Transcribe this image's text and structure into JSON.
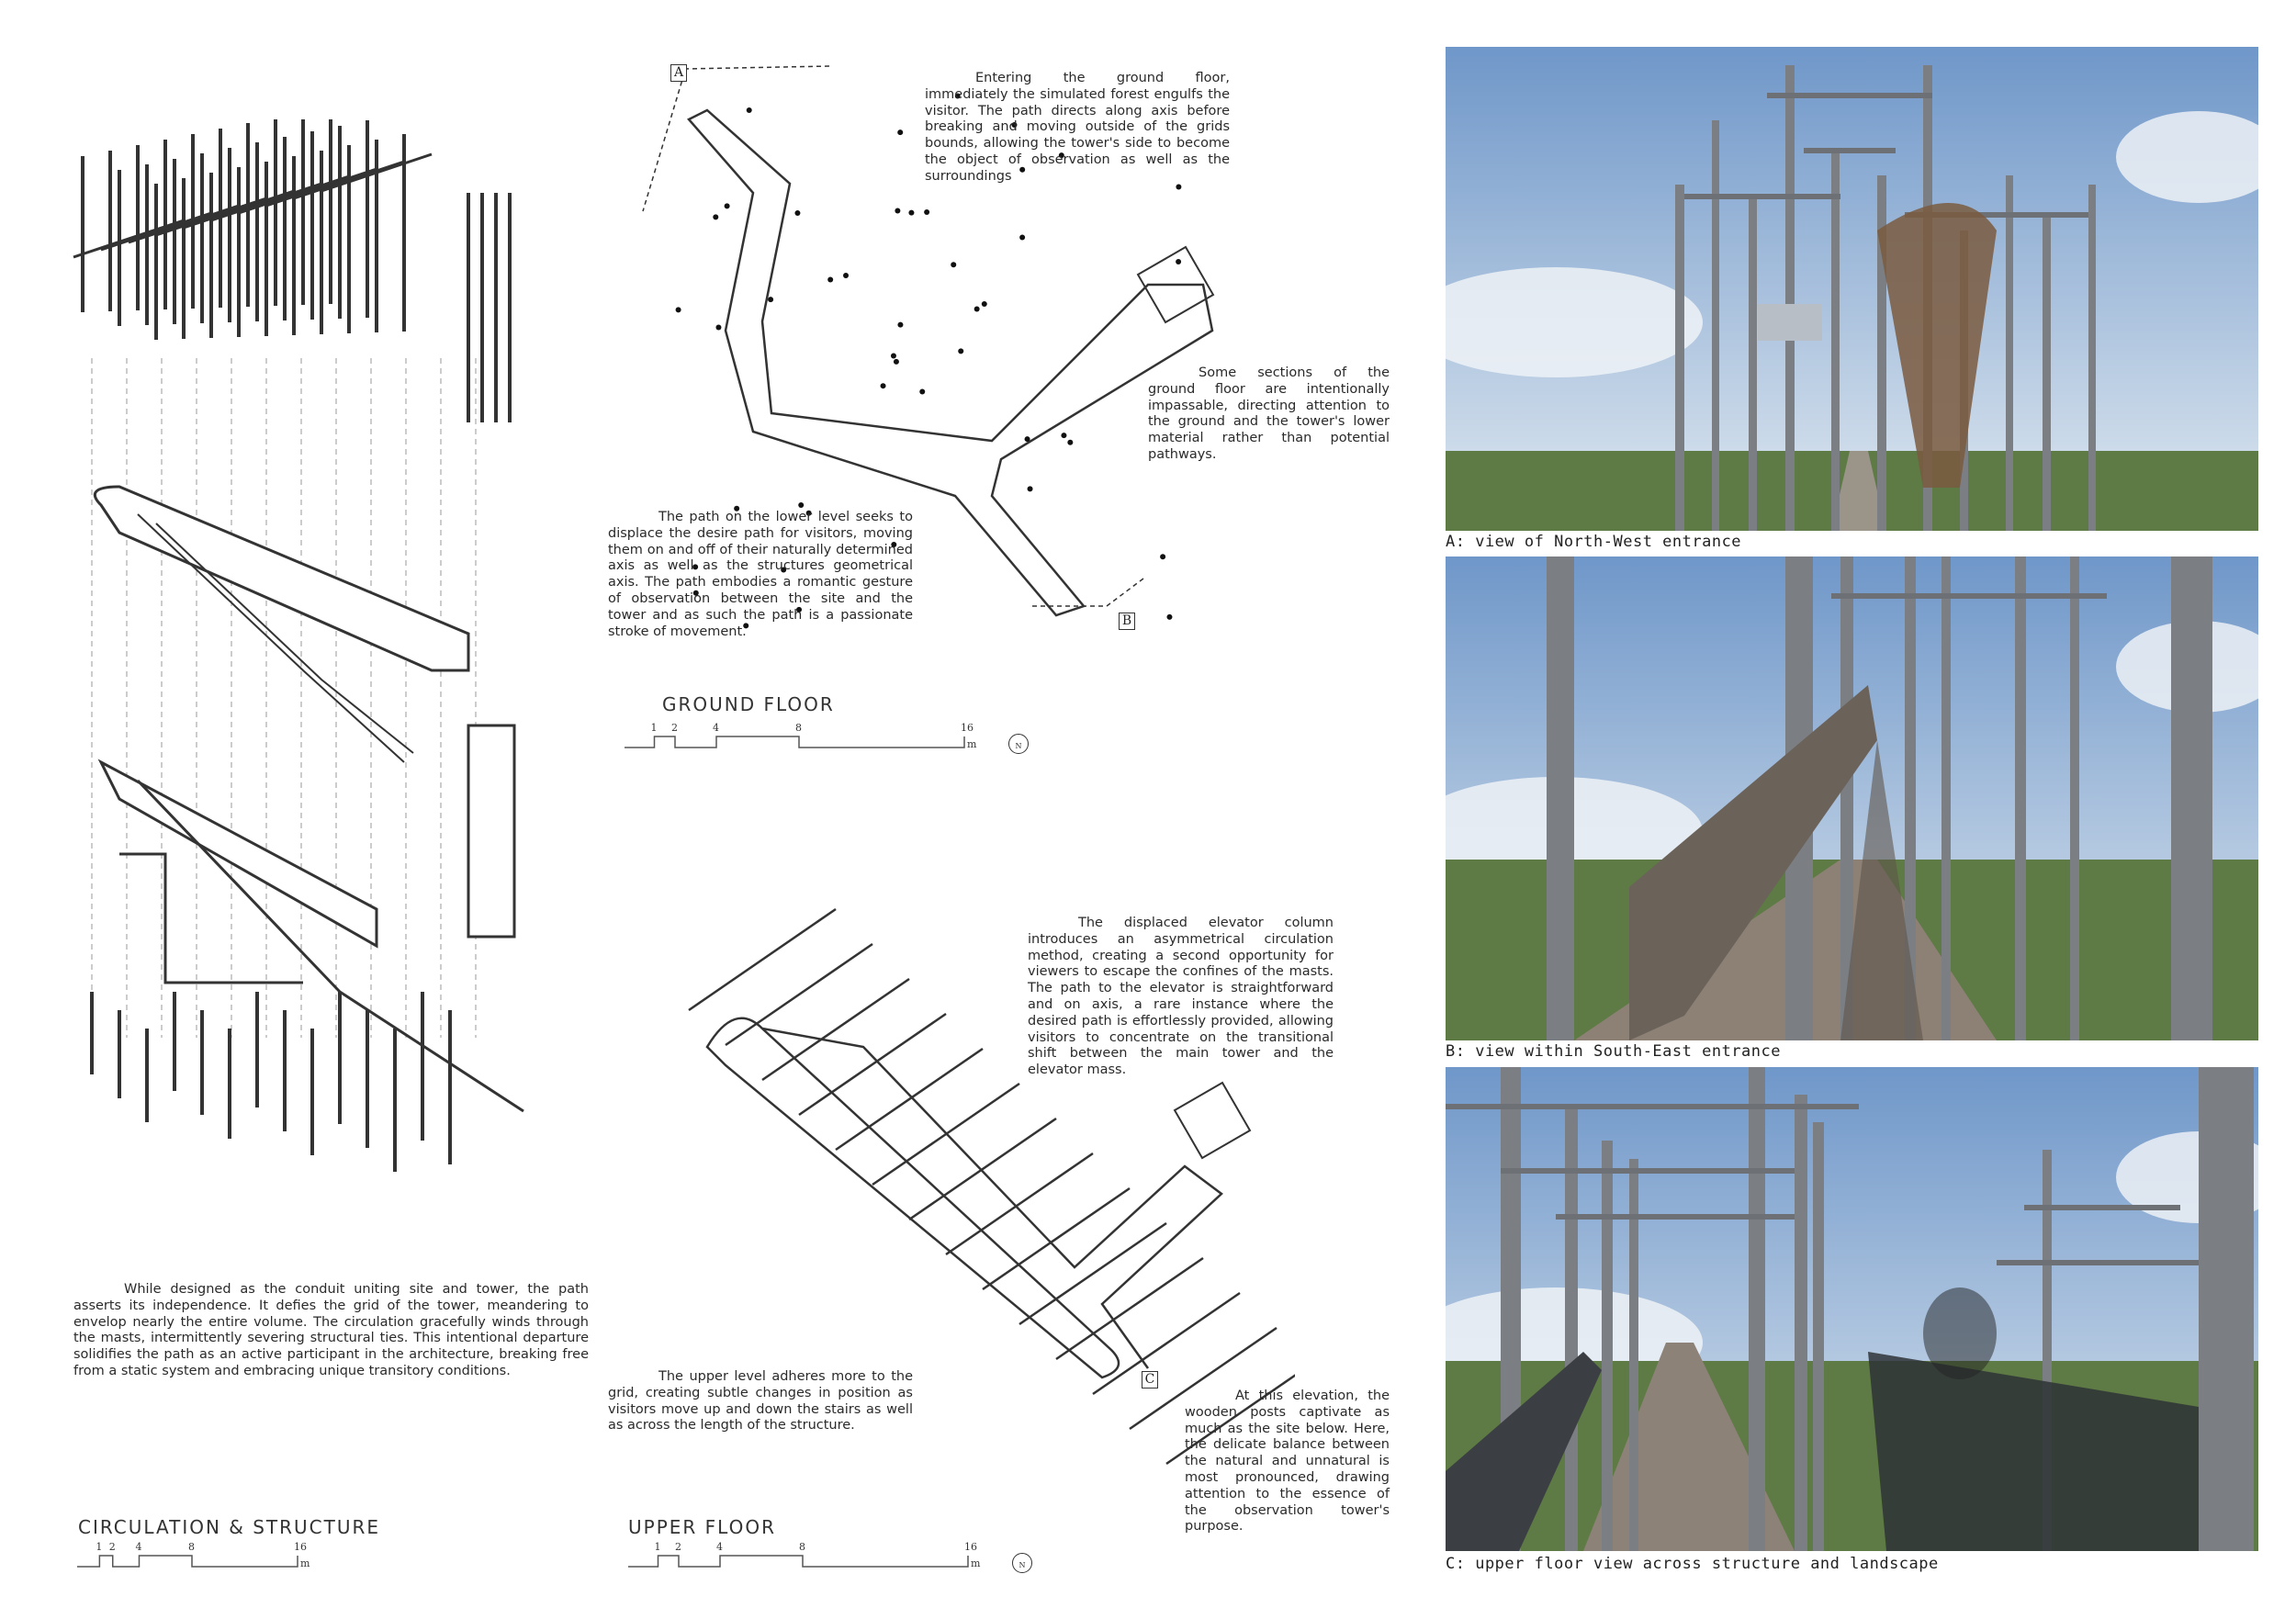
{
  "texts": {
    "ground_entry": "Entering the ground floor, immediately the simulated forest engulfs the visitor. The path directs along axis before breaking and moving outside of the grids bounds, allowing the tower's side to become the object of observation as well as the surroundings",
    "ground_impassable": "Some sections of the ground floor are intentionally impassable, directing attention to the ground and the tower's lower material rather than potential pathways.",
    "lower_path": "The path on the lower level seeks to displace the desire path for visitors, moving them on and off of their naturally determined axis as well as the structures geometrical axis. The path embodies a romantic gesture of observation between the site and the tower and as such the path is a passionate stroke of movement.",
    "elevator": "The displaced elevator column introduces an asymmetrical circulation method, creating a second opportunity for viewers to escape the confines of the masts. The path to the elevator is straightforward and on axis, a rare instance where the desired path is effortlessly provided, allowing visitors to concentrate on the transitional shift between the main tower and the elevator mass.",
    "conduit": "While designed as the conduit uniting site and tower, the path asserts its independence. It defies the grid of the tower, meandering to envelop nearly the entire volume. The circulation gracefully winds through the masts, intermittently severing structural ties. This intentional departure solidifies the path as an active participant in the architecture, breaking free from a static system and embracing unique transitory conditions.",
    "upper_grid": "The upper level adheres more to the grid, creating subtle changes in position as visitors move up and down the stairs as well as across the length of the structure.",
    "elevation": "At this elevation, the wooden posts captivate as much as the site below. Here, the delicate balance between the natural and unnatural is most pronounced, drawing attention to the essence of the observation tower's purpose."
  },
  "headings": {
    "ground_floor": "GROUND FLOOR",
    "upper_floor": "UPPER FLOOR",
    "circulation": "CIRCULATION & STRUCTURE"
  },
  "scale": {
    "ticks": [
      "1",
      "2",
      "4",
      "8",
      "16"
    ],
    "unit": "m",
    "north": "N"
  },
  "plan_labels": {
    "a": "A",
    "b": "B",
    "c": "C"
  },
  "captions": {
    "a": "A: view of North-West entrance",
    "b": "B: view within South-East entrance",
    "c": "C: upper floor view across structure and landscape"
  }
}
